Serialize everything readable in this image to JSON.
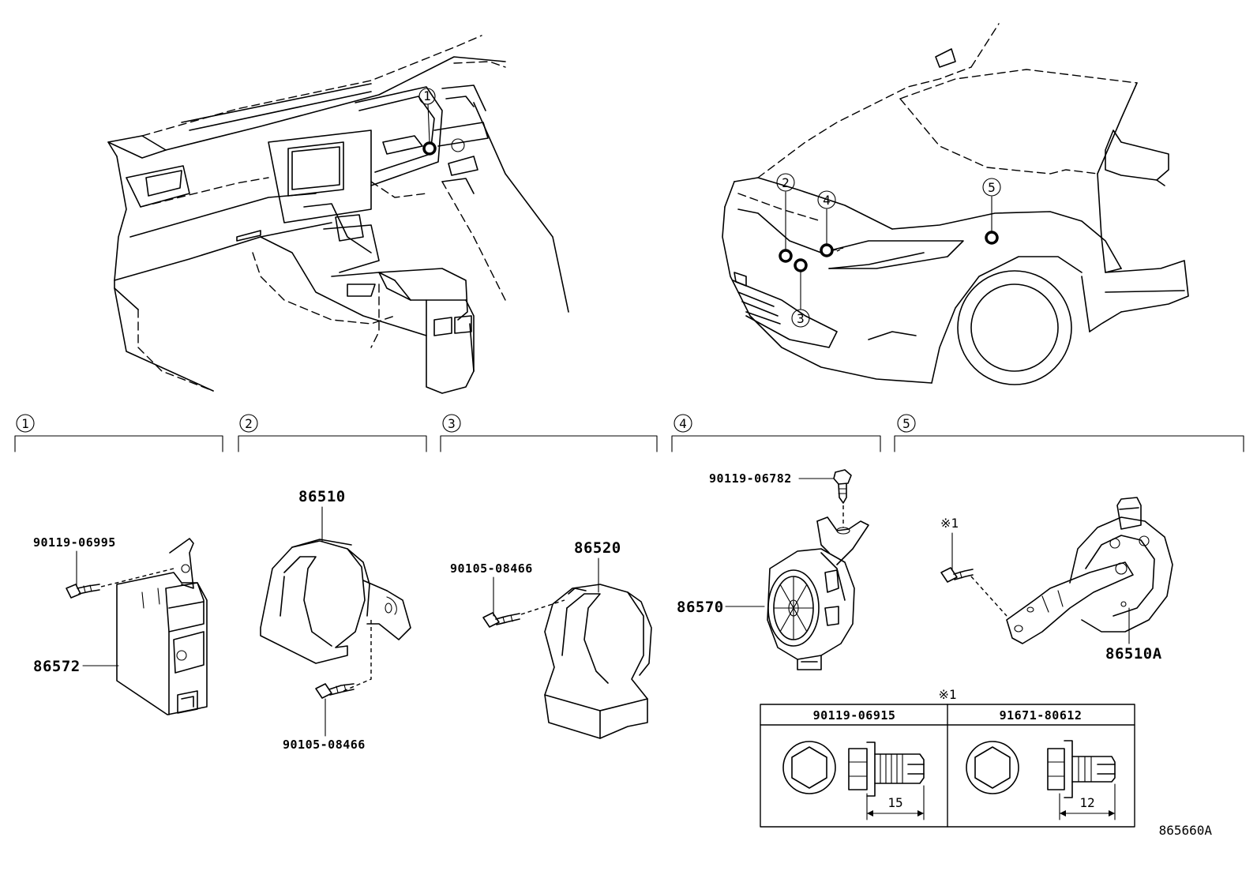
{
  "sections": [
    {
      "marker": "1"
    },
    {
      "marker": "2"
    },
    {
      "marker": "3"
    },
    {
      "marker": "4"
    },
    {
      "marker": "5"
    }
  ],
  "callouts": {
    "interior": [
      "1"
    ],
    "exterior": [
      "2",
      "4",
      "5",
      "3"
    ]
  },
  "parts": {
    "s1": {
      "bolt": "90119-06995",
      "module": "86572"
    },
    "s2": {
      "horn": "86510",
      "bolt": "90105-08466"
    },
    "s3": {
      "bolt": "90105-08466",
      "horn": "86520"
    },
    "s4": {
      "bolt": "90119-06782",
      "siren": "86570"
    },
    "s5": {
      "bolt_note": "※1",
      "horn": "86510A"
    }
  },
  "note_table": {
    "title": "※1",
    "columns": [
      {
        "part": "90119-06915",
        "length": "15"
      },
      {
        "part": "91671-80612",
        "length": "12"
      }
    ]
  },
  "figure_id": "865660A"
}
